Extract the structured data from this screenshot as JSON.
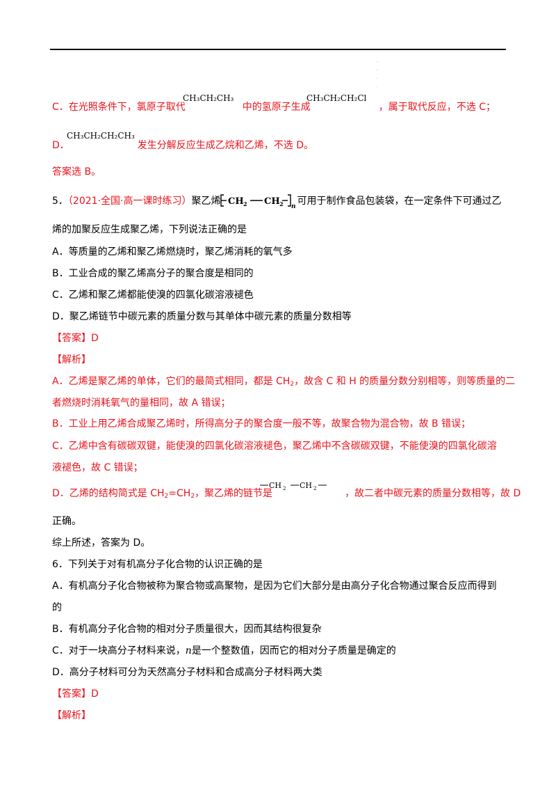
{
  "c_option": {
    "pre": "C．在光照条件下，氯原子取代",
    "mid": "中的氢原子生成",
    "post": "，属于取代反应，不选 C；",
    "formula1": "CH₃CH₂CH₃",
    "formula2": "CH₃CH₂CH₂Cl"
  },
  "d_option": {
    "pre": "D．",
    "formula": "CH₃CH₂CH₂CH₃",
    "post": "发生分解反应生成乙烷和乙烯，不选 D。"
  },
  "answer_summary": "答案选 B。",
  "q5": {
    "number": "5．",
    "source": "（2021·全国·高一课时练习）",
    "text_pre": "聚乙烯",
    "text_post": "可用于制作食品包装袋，在一定条件下可通过乙",
    "line2": "烯的加聚反应生成聚乙烯，下列说法正确的是",
    "polymer_formula": "[CH₂—CH₂]n",
    "options": [
      "A．等质量的乙烯和聚乙烯燃烧时，聚乙烯消耗的氧气多",
      "B．工业合成的聚乙烯高分子的聚合度是相同的",
      "C．乙烯和聚乙烯都能使溴的四氯化碳溶液褪色",
      "D．聚乙烯链节中碳元素的质量分数与其单体中碳元素的质量分数相等"
    ],
    "answer_label": "【答案】",
    "answer_value": "D",
    "analysis_label": "【解析】",
    "analysis": {
      "a1": "A．乙烯是聚乙烯的单体，它们的最简式相同，都是 CH",
      "a1_sub": "2",
      "a1_post": "，故含 C 和 H 的质量分数分别相等，则等质量的二",
      "a2": "者燃烧时消耗氧气的量相同，故 A 错误；",
      "b": "B．工业上用乙烯合成聚乙烯时，所得高分子的聚合度一般不等，故聚合物为混合物，故 B 错误；",
      "c1": "C．乙烯中含有碳碳双键，能使溴的四氯化碳溶液褪色，聚乙烯中不含碳碳双键，不能使溴的四氯化碳溶",
      "c2": "液褪色，故 C 错误；",
      "d_pre": "D．乙烯的结构简式是 CH",
      "d_sub1": "2",
      "d_eq": "=CH",
      "d_sub2": "2",
      "d_mid": "，聚乙烯的链节是",
      "d_post": "，故二者中碳元素的质量分数相等，故 D",
      "chain_formula": "—CH₂—CH₂—",
      "d2": "正确。",
      "summary": "综上所述，答案为 D。"
    }
  },
  "q6": {
    "stem": "6．下列关于对有机高分子化合物的认识正确的是",
    "a1": "A．有机高分子化合物被称为聚合物或高聚物，是因为它们大部分是由高分子化合物通过聚合反应而得到",
    "a2": "的",
    "b": "B．有机高分子化合物的相对分子质量很大，因而其结构很复杂",
    "c_pre": "C．对于一块高分子材料来说，",
    "c_var": "n",
    "c_post": "是一个整数值，因而它的相对分子质量是确定的",
    "d": "D．高分子材料可分为天然高分子材料和合成高分子材料两大类",
    "answer_label": "【答案】",
    "answer_value": "D",
    "analysis_label": "【解析】"
  }
}
